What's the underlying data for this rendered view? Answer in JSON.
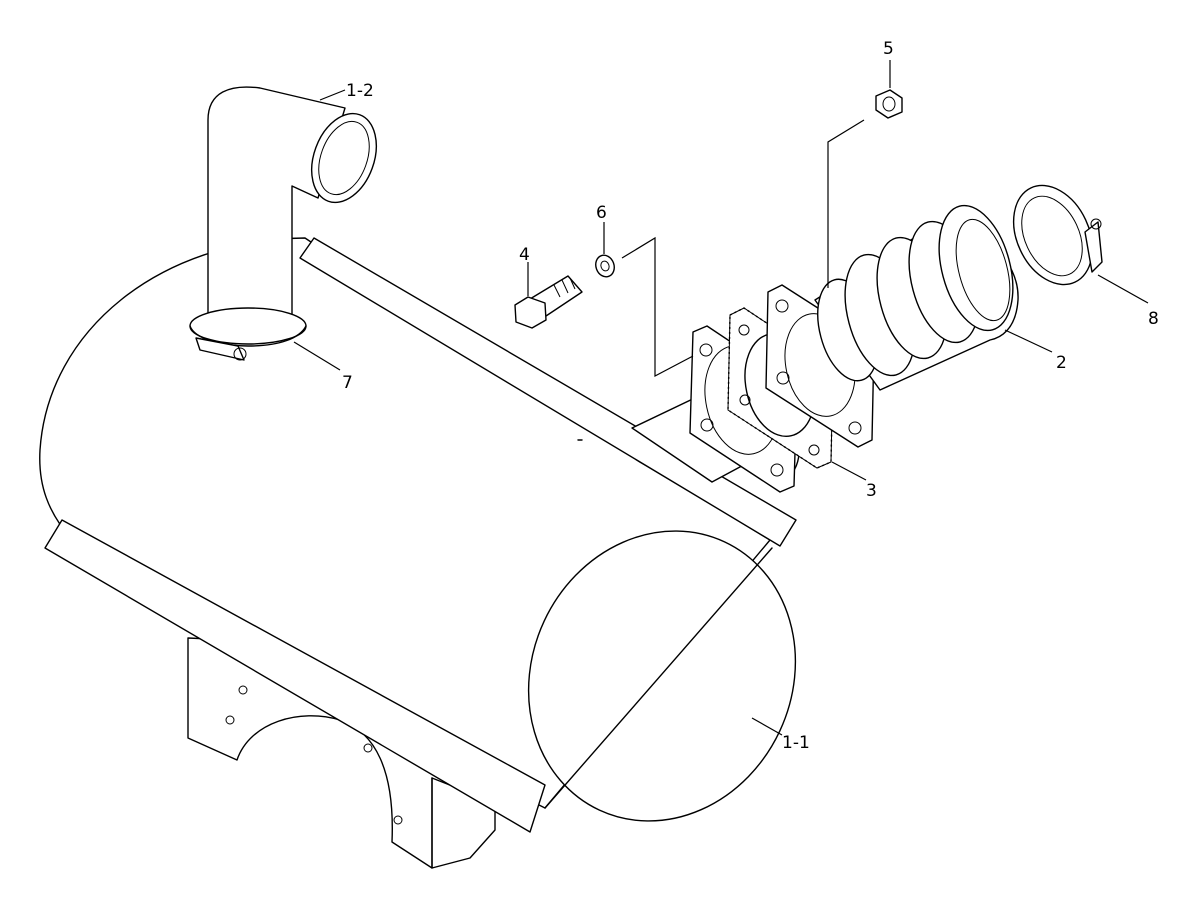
{
  "callouts": {
    "c1_1": "1-1",
    "c1_2": "1-2",
    "c2": "2",
    "c3": "3",
    "c4": "4",
    "c5": "5",
    "c6": "6",
    "c7": "7",
    "c8": "8"
  }
}
